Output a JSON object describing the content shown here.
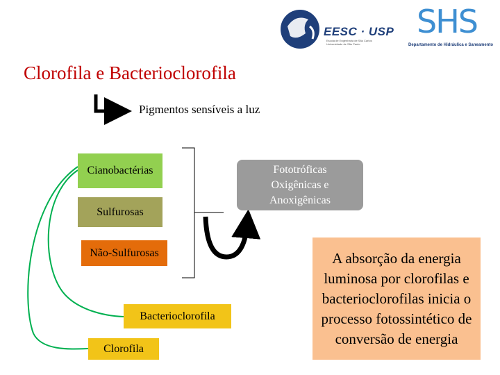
{
  "header": {
    "eesc_logo_text": "EESC · USP",
    "eesc_logo_subtitle": "Escola de Engenharia de São Carlos\nUniversidade de São Paulo",
    "shs_logo_text": "SHS",
    "shs_logo_subtitle": "Departamento de Hidráulica e Saneamento"
  },
  "title": "Clorofila e Bacterioclorofila",
  "subtitle": "Pigmentos sensíveis a luz",
  "groups": {
    "cianobacterias": "Cianobactérias",
    "sulfurosas": "Sulfurosas",
    "nao_sulfurosas": "Não-Sulfurosas",
    "bacterioclorofila": "Bacterioclorofila",
    "clorofila": "Clorofila"
  },
  "fototroficas": "Fototróficas Oxigênicas e Anoxigênicas",
  "absorcao_text": "A absorção da energia luminosa por clorofilas e bacterioclorofilas inicia o processo fotossintético de conversão de energia",
  "colors": {
    "title": "#c00000",
    "cianobacterias": "#92d050",
    "sulfurosas": "#a3a35a",
    "nao_sulfurosas": "#e46c0a",
    "pigment_box": "#f2c418",
    "fototroficas": "#9b9b9b",
    "absorcao": "#fac090",
    "connector_green": "#00b050"
  }
}
